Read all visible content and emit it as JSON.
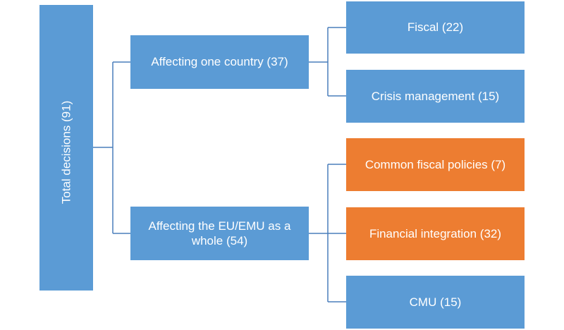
{
  "root": {
    "label": "Total decisions (91)",
    "color": "#5b9bd5"
  },
  "level1": [
    {
      "label": "Affecting one country (37)",
      "color": "#5b9bd5"
    },
    {
      "label": "Affecting the EU/EMU as a whole (54)",
      "color": "#5b9bd5"
    }
  ],
  "level2": [
    {
      "label": "Fiscal (22)",
      "color": "#5b9bd5"
    },
    {
      "label": "Crisis management (15)",
      "color": "#5b9bd5"
    },
    {
      "label": "Common fiscal policies (7)",
      "color": "#ed7d31"
    },
    {
      "label": "Financial integration (32)",
      "color": "#ed7d31"
    },
    {
      "label": "CMU (15)",
      "color": "#5b9bd5"
    }
  ],
  "connector_color": "#4a7ebb"
}
